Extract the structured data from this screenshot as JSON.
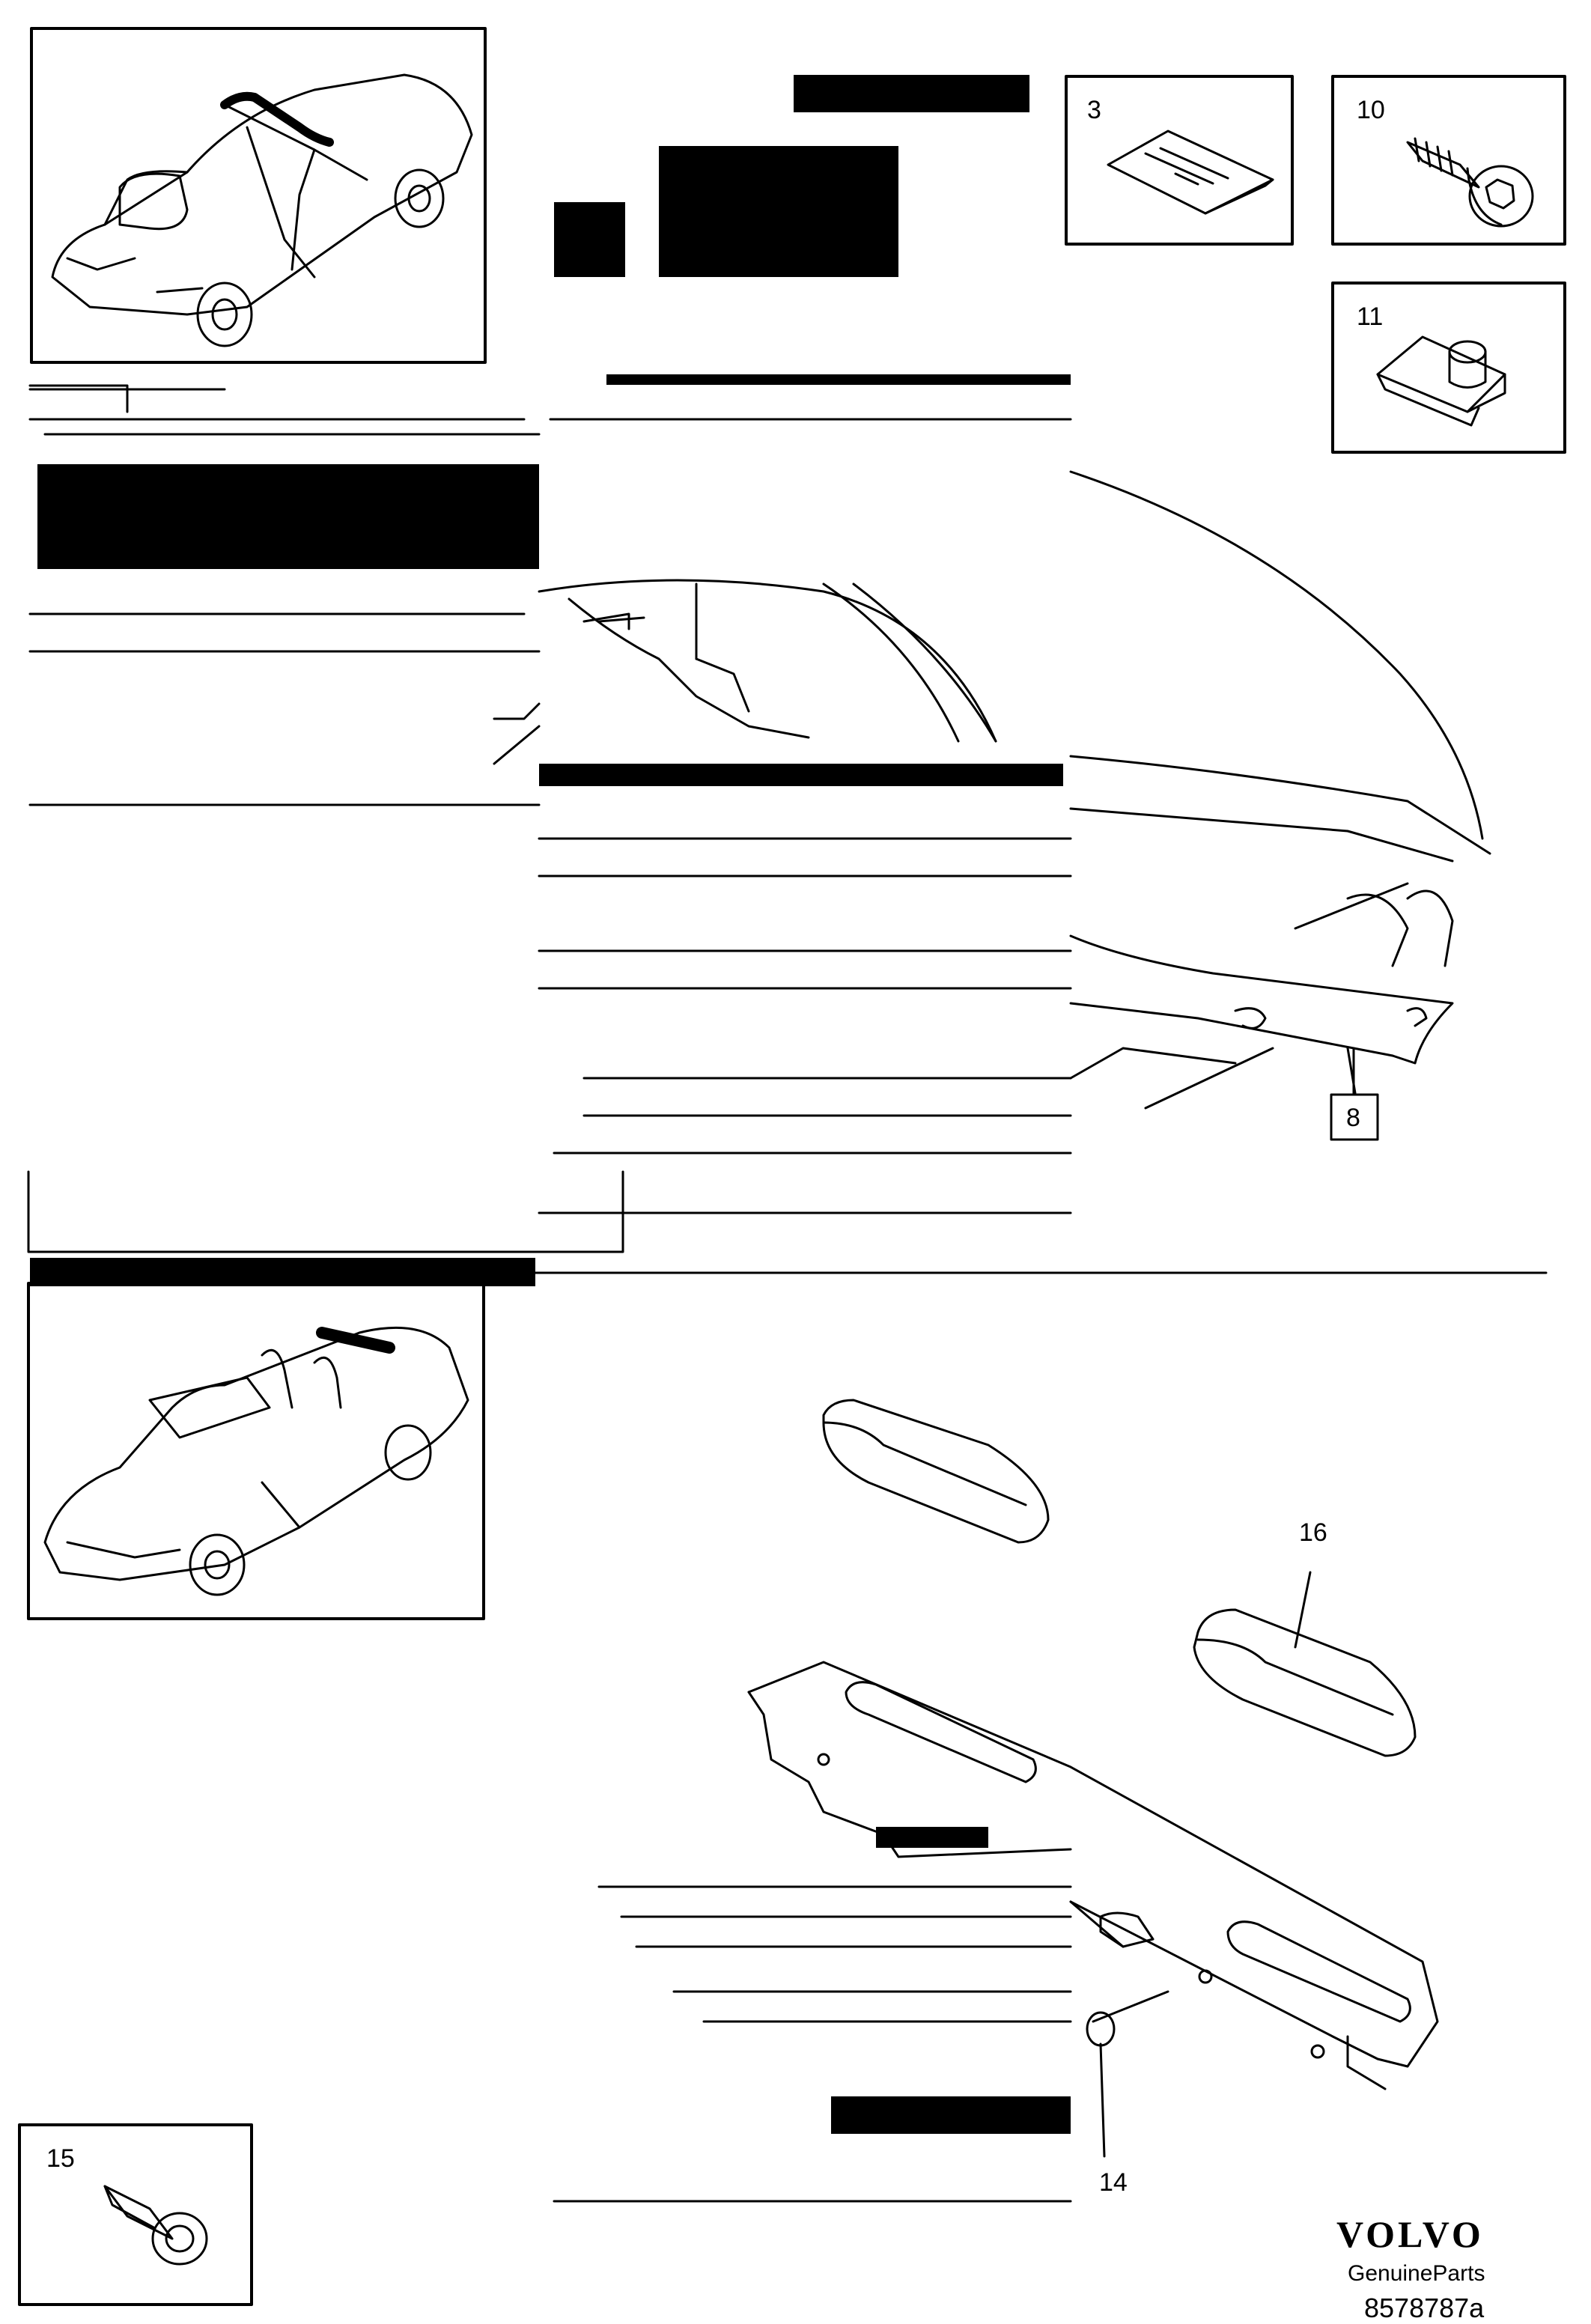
{
  "callouts": {
    "c3": "3",
    "c10": "10",
    "c11": "11",
    "c8": "8",
    "c16": "16",
    "c14": "14",
    "c15": "15"
  },
  "footer": {
    "brand": "VOLVO",
    "subtitle": "GenuineParts",
    "doc_number": "8578787a"
  },
  "colors": {
    "line": "#000000",
    "background": "#ffffff"
  }
}
